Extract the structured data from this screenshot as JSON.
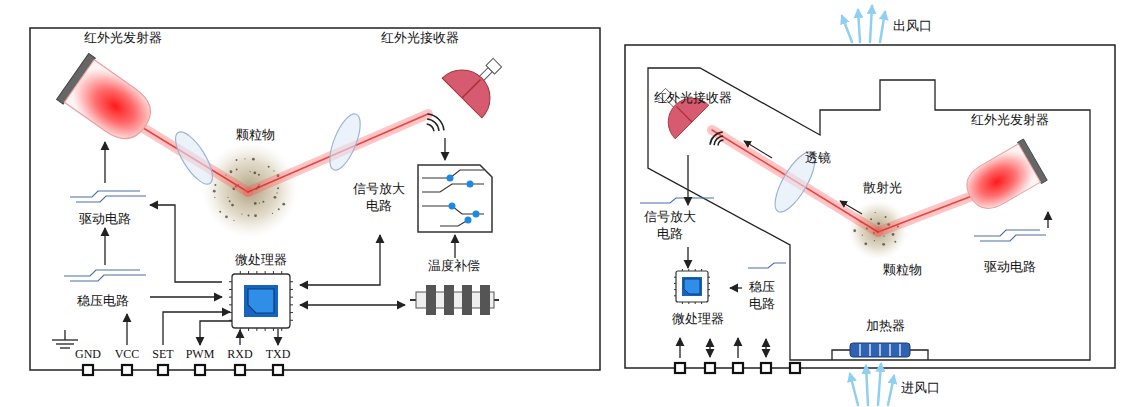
{
  "diagram": {
    "nodes": [
      {
        "text": [
          "红外光发射器"
        ]
      },
      {
        "text": [
          "红外光接收器"
        ]
      },
      {
        "text": [
          "信号放大 电路"
        ]
      },
      {
        "text": [
          "驱动电路"
        ]
      },
      {
        "text": [
          "稳压电路"
        ]
      },
      {
        "text": [
          "微处理器"
        ]
      },
      {
        "text": [
          "温度补偿"
        ]
      },
      {
        "text": [
          "红外光接收器"
        ]
      },
      {
        "text": [
          "信号放大 电路"
        ]
      },
      {
        "text": [
          "微处理器"
        ]
      },
      {
        "text": [
          "稳压 电路"
        ]
      },
      {
        "text": [
          "红外光发射器"
        ]
      },
      {
        "text": [
          "驱动电路"
        ]
      },
      {
        "text": [
          "加热器"
        ]
      }
    ],
    "edges": [
      {
        "from": 3,
        "to": 0,
        "arrow": "to"
      },
      {
        "from": 4,
        "to": 3,
        "arrow": "to"
      },
      {
        "from": 5,
        "to": 3,
        "arrow": "to"
      },
      {
        "from": 4,
        "to": 5,
        "arrow": "to"
      },
      {
        "from": 1,
        "to": 2,
        "arrow": "to"
      },
      {
        "from": 6,
        "to": 2,
        "arrow": "to"
      },
      {
        "from": 5,
        "to": 2,
        "arrow": "both"
      },
      {
        "from": 5,
        "to": 6,
        "arrow": "both"
      },
      {
        "from": 7,
        "to": 8,
        "arrow": "to"
      },
      {
        "from": 8,
        "to": 9,
        "arrow": "to"
      },
      {
        "from": 10,
        "to": 9,
        "arrow": "to"
      },
      {
        "from": 12,
        "to": 11,
        "arrow": "to"
      }
    ],
    "labels": [
      "颗粒物",
      "GND",
      "VCC",
      "SET",
      "PWM",
      "RXD",
      "TXD",
      "出风口",
      "透镜",
      "散射光",
      "颗粒物",
      "进风口"
    ]
  }
}
